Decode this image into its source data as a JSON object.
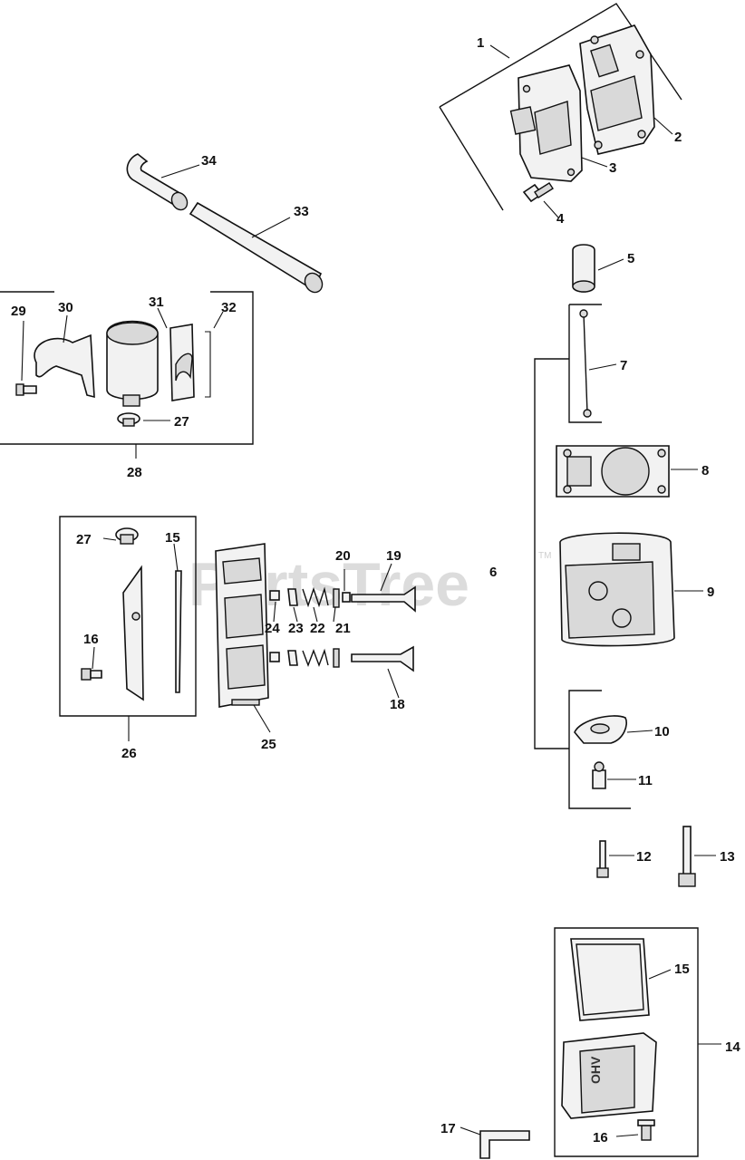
{
  "watermark": {
    "brand": "PartsTree",
    "trademark": "TM"
  },
  "cover_emboss": "OHV",
  "callouts": {
    "c1": "1",
    "c2": "2",
    "c3": "3",
    "c4": "4",
    "c5": "5",
    "c6": "6",
    "c7": "7",
    "c8": "8",
    "c9": "9",
    "c10": "10",
    "c11": "11",
    "c12": "12",
    "c13": "13",
    "c14": "14",
    "c15a": "15",
    "c15b": "15",
    "c16a": "16",
    "c16b": "16",
    "c17": "17",
    "c18": "18",
    "c19": "19",
    "c20": "20",
    "c21": "21",
    "c22": "22",
    "c23": "23",
    "c24": "24",
    "c25": "25",
    "c26": "26",
    "c27a": "27",
    "c27b": "27",
    "c28": "28",
    "c29": "29",
    "c30": "30",
    "c31": "31",
    "c32": "32",
    "c33": "33",
    "c34": "34"
  }
}
